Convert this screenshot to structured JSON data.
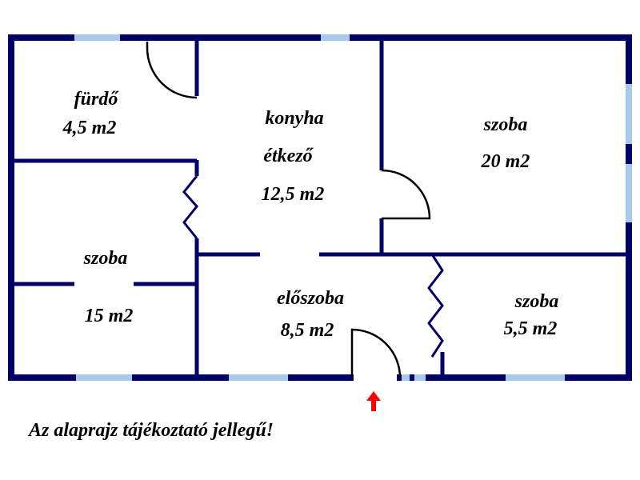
{
  "colors": {
    "wall": "#000066",
    "window": "#a9c9e8",
    "arrow": "#ff0000",
    "text": "#000000"
  },
  "rooms": {
    "furdo": {
      "name": "fürdő",
      "area": "4,5 m2"
    },
    "konyha": {
      "name": "konyha",
      "name2": "étkező",
      "area": "12,5 m2"
    },
    "szoba_large": {
      "name": "szoba",
      "area": "20 m2"
    },
    "szoba_left": {
      "name": "szoba",
      "area": "15 m2"
    },
    "eloszoba": {
      "name": "előszoba",
      "area": "8,5 m2"
    },
    "szoba_small": {
      "name": "szoba",
      "area": "5,5 m2"
    }
  },
  "footer_note": "Az alaprajz tájékoztató jellegű!",
  "entrance_icon": "up-arrow-icon"
}
